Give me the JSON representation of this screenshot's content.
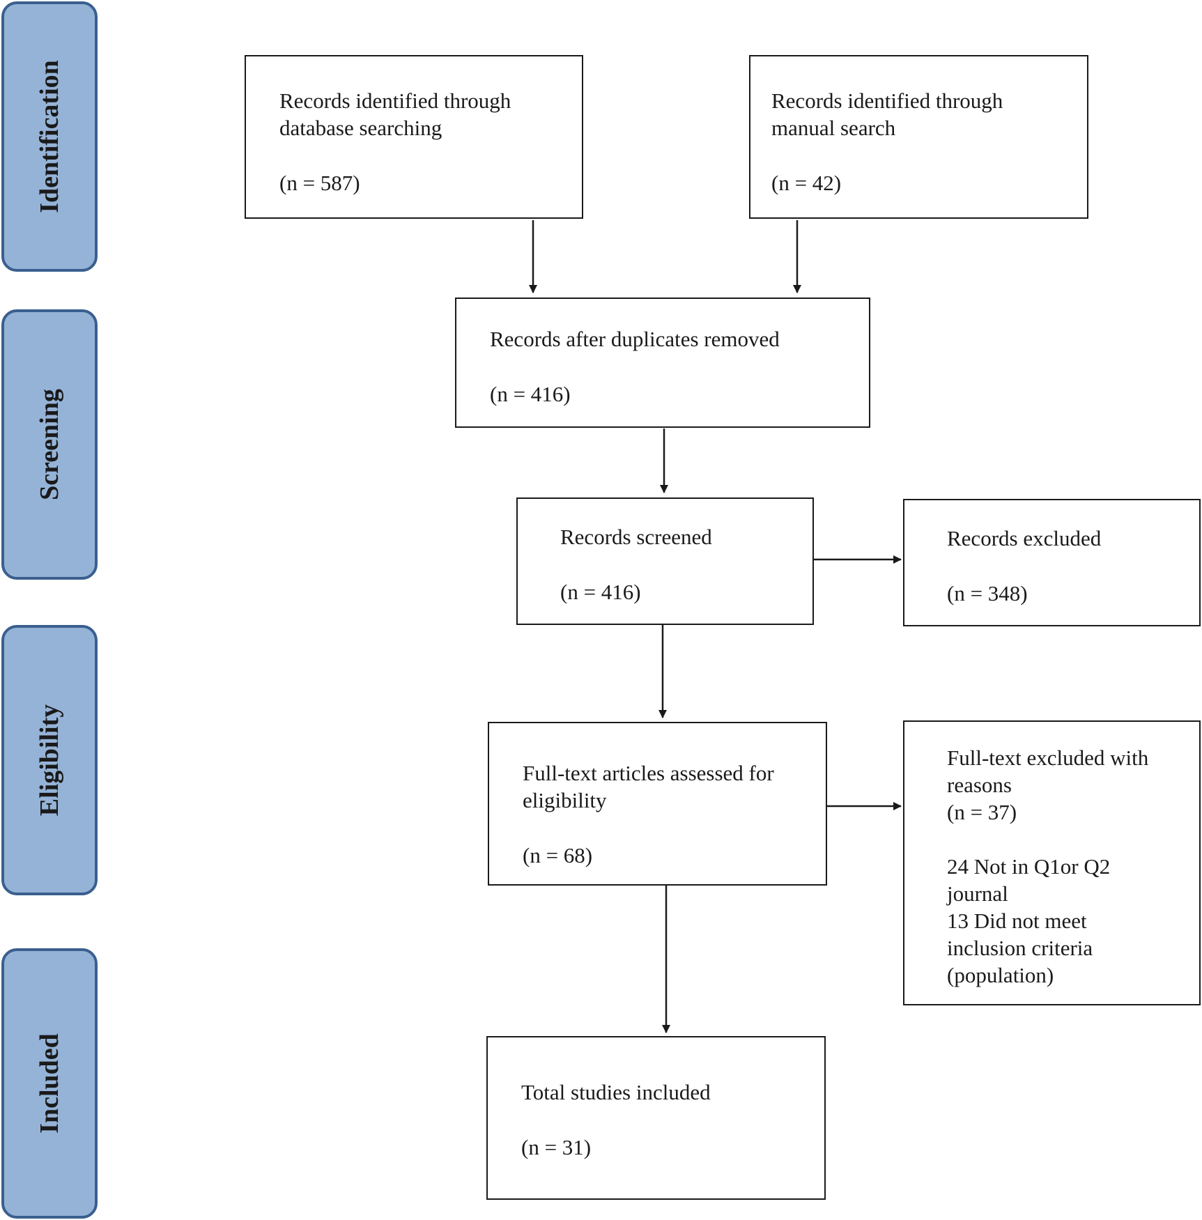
{
  "phases": {
    "identification": "Identification",
    "screening": "Screening",
    "eligibility": "Eligibility",
    "included": "Included"
  },
  "boxes": {
    "database_search": {
      "line1": "Records identified through",
      "line2": "database searching",
      "count": "(n = 587)"
    },
    "manual_search": {
      "line1": "Records identified through",
      "line2": "manual search",
      "count": "(n = 42)"
    },
    "duplicates_removed": {
      "line1": "Records after duplicates removed",
      "count": "(n = 416)"
    },
    "screened": {
      "line1": "Records screened",
      "count": "(n = 416)"
    },
    "excluded": {
      "line1": "Records excluded",
      "count": "(n = 348)"
    },
    "full_text_assessed": {
      "line1": "Full-text articles assessed for",
      "line2": "eligibility",
      "count": "(n = 68)"
    },
    "full_text_excluded": {
      "line1": "Full-text excluded with",
      "line2": "reasons",
      "count": "(n = 37)",
      "reasons": [
        "24 Not in Q1or Q2",
        "journal",
        "13 Did not meet",
        "inclusion criteria",
        "(population)"
      ]
    },
    "included": {
      "line1": "Total studies included",
      "count": "(n = 31)"
    }
  },
  "colors": {
    "phase_fill": "#95b3d7",
    "phase_border": "#3a5f8f",
    "box_border": "#1a1a1a"
  }
}
